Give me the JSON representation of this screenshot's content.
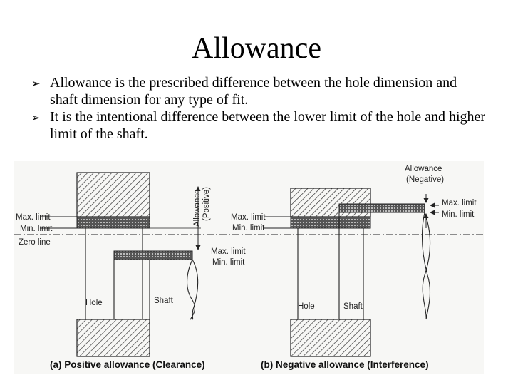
{
  "slide": {
    "title": "Allowance",
    "bullets": [
      "Allowance is the prescribed difference between the hole dimension and shaft dimension for any type of fit.",
      "It is the intentional difference between the lower limit of the hole and higher limit of the shaft."
    ]
  },
  "figure": {
    "left": {
      "hole_max_limit": "Max. limit",
      "hole_min_limit": "Min. limit",
      "zero_line": "Zero line",
      "allowance_line1": "Allowance",
      "allowance_line2": "(Positive)",
      "shaft_max_limit": "Max. limit",
      "shaft_min_limit": "Min. limit",
      "hole_label": "Hole",
      "shaft_label": "Shaft",
      "caption": "(a) Positive allowance (Clearance)"
    },
    "right": {
      "allowance_line1": "Allowance",
      "allowance_line2": "(Negative)",
      "shaft_max_limit": "Max. limit",
      "shaft_min_limit": "Min. limit",
      "hole_max_limit": "Max. limit",
      "hole_min_limit": "Min. limit",
      "hole_label": "Hole",
      "shaft_label": "Shaft",
      "caption": "(b) Negative allowance (Interference)"
    }
  },
  "colors": {
    "background": "#ffffff",
    "text": "#000000",
    "diagram_line": "#222222",
    "figure_background": "#f7f7f5"
  }
}
